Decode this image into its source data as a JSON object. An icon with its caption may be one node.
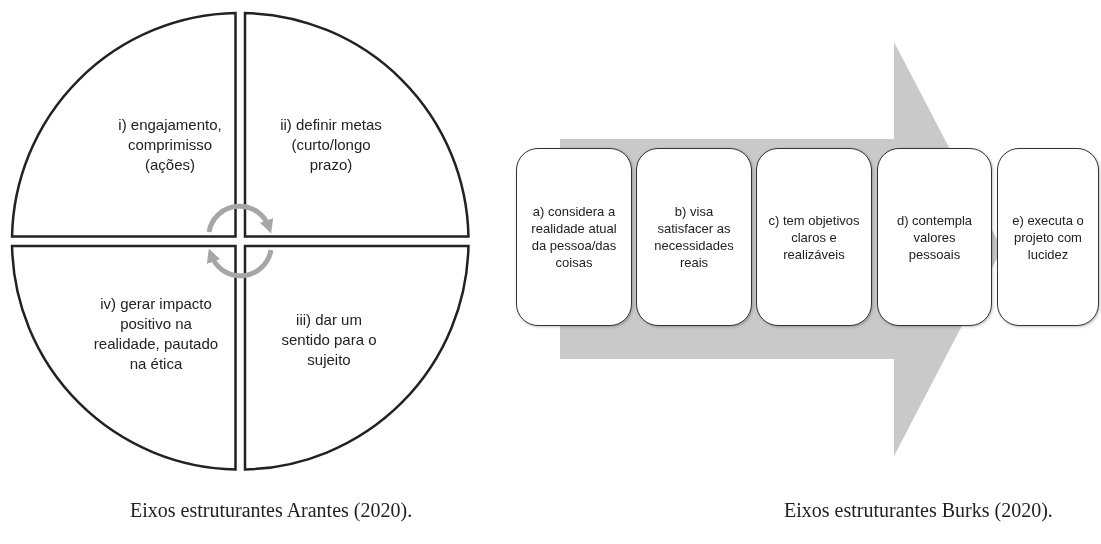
{
  "diagram": {
    "nodes": [
      {
        "text": [
          "i) engajamento, comprimisso (ações)"
        ]
      },
      {
        "text": [
          "ii) definir metas (curto/longo prazo)"
        ]
      },
      {
        "text": [
          "iv) gerar impacto positivo na realidade, pautado na ética"
        ]
      },
      {
        "text": [
          "iii) dar um sentido para o sujeito"
        ]
      },
      {
        "text": [
          "a) considera a realidade atual da pessoa/das coisas"
        ]
      },
      {
        "text": [
          "b) visa satisfacer as necessidades reais"
        ]
      },
      {
        "text": [
          "c) tem objetivos claros e realizáveis"
        ]
      },
      {
        "text": [
          "d) contempla valores pessoais"
        ]
      },
      {
        "text": [
          "e) executa o projeto com lucidez"
        ]
      }
    ],
    "edges": [
      {
        "from": 0,
        "to": 1,
        "arrow": "to"
      },
      {
        "from": 3,
        "to": 2,
        "arrow": "to"
      },
      {
        "from": 4,
        "to": 8,
        "arrow": "to",
        "style": "thick",
        "color": "#c9c9c9"
      }
    ],
    "labels": [
      "Eixos estruturantes Arantes (2020).",
      "Eixos estruturantes Burks (2020)."
    ]
  }
}
